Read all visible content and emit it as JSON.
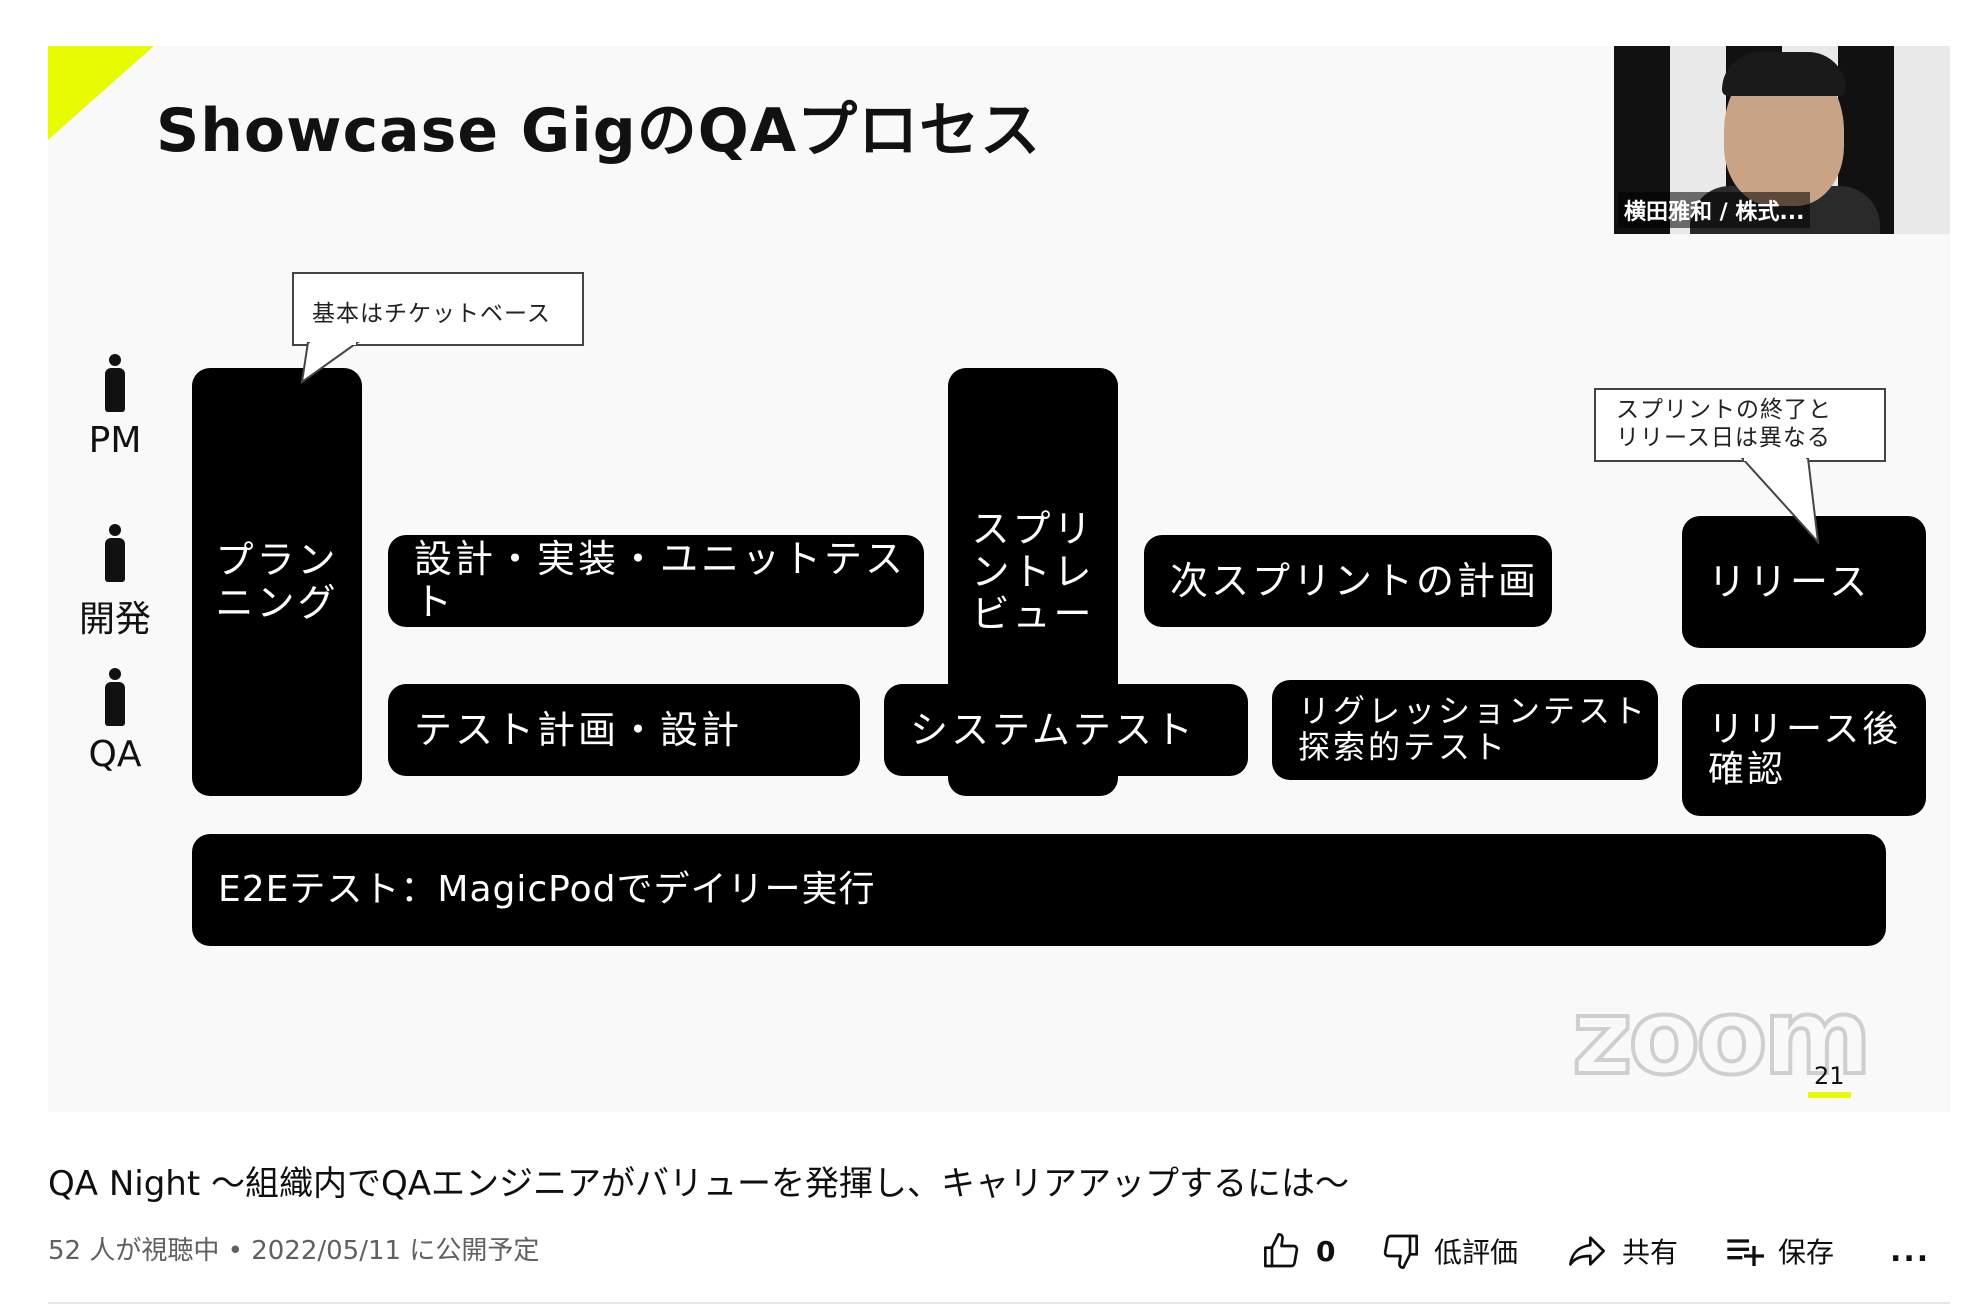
{
  "slide": {
    "title": "Showcase GigのQAプロセス",
    "roles": [
      "PM",
      "開発",
      "QA"
    ],
    "boxes": {
      "planning": "プラン\nニング",
      "design_impl": "設計・実装・ユニットテスト",
      "sprint_review": "スプリ\nントレ\nビュー",
      "next_sprint": "次スプリントの計画",
      "release": "リリース",
      "test_plan": "テスト計画・設計",
      "system_test": "システムテスト",
      "regression": "リグレッションテスト\n探索的テスト",
      "post_release": "リリース後\n確認",
      "e2e": "E2Eテスト：MagicPodでデイリー実行"
    },
    "callouts": {
      "ticket": "基本はチケットベース",
      "release_note_line1": "スプリントの終了と",
      "release_note_line2": "リリース日は異なる"
    },
    "page_number": "21",
    "watermark": "zoom"
  },
  "speaker": {
    "name": "横田雅和 / 株式..."
  },
  "video": {
    "title": "QA Night 〜組織内でQAエンジニアがバリューを発揮し、キャリアアップするには〜",
    "meta": "52 人が視聴中 • 2022/05/11 に公開予定"
  },
  "actions": {
    "like_count": "0",
    "dislike_label": "低評価",
    "share_label": "共有",
    "save_label": "保存",
    "more_label": "..."
  },
  "colors": {
    "accent": "#e8fb00",
    "box": "#000000"
  }
}
